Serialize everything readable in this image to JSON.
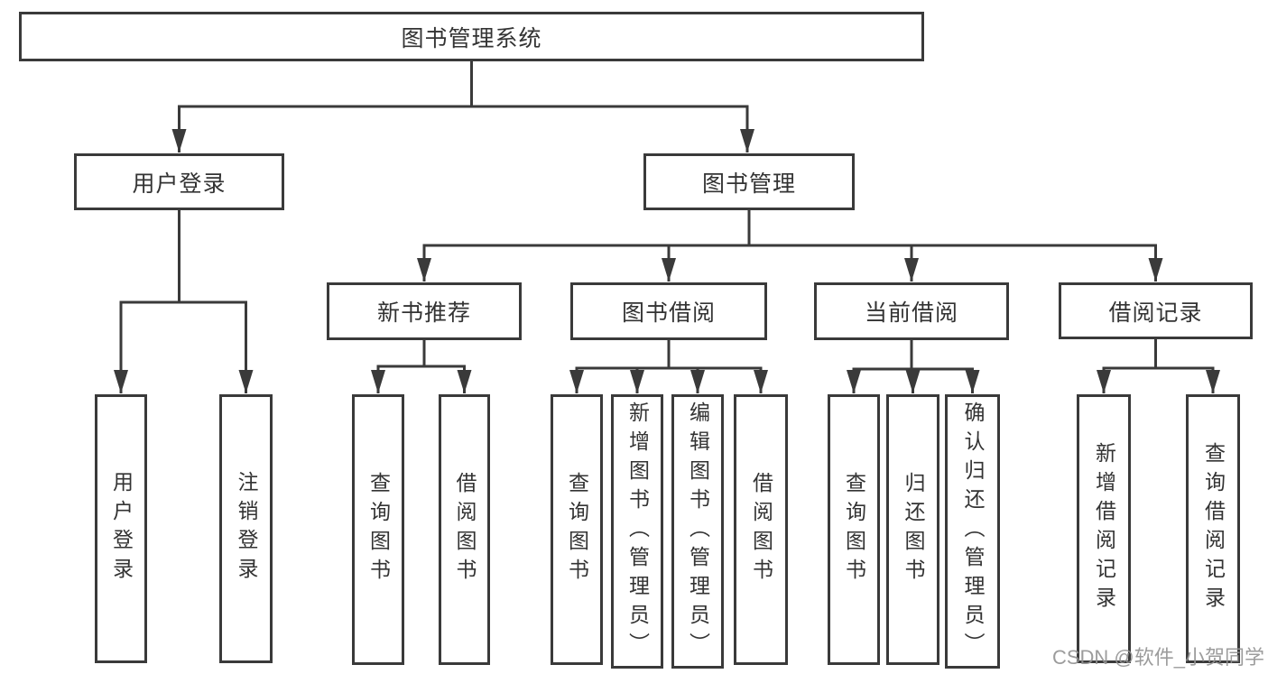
{
  "diagram": {
    "root": {
      "label": "图书管理系统"
    },
    "branches": [
      {
        "label": "用户登录",
        "children": [
          {
            "label": "用户登录"
          },
          {
            "label": "注销登录"
          }
        ]
      },
      {
        "label": "图书管理",
        "children": [
          {
            "label": "新书推荐",
            "children": [
              {
                "label": "查询图书"
              },
              {
                "label": "借阅图书"
              }
            ]
          },
          {
            "label": "图书借阅",
            "children": [
              {
                "label": "查询图书"
              },
              {
                "label": "新增图书（管理员）"
              },
              {
                "label": "编辑图书（管理员）"
              },
              {
                "label": "借阅图书"
              }
            ]
          },
          {
            "label": "当前借阅",
            "children": [
              {
                "label": "查询图书"
              },
              {
                "label": "归还图书"
              },
              {
                "label": "确认归还（管理员）"
              }
            ]
          },
          {
            "label": "借阅记录",
            "children": [
              {
                "label": "新增借阅记录"
              },
              {
                "label": "查询借阅记录"
              }
            ]
          }
        ]
      }
    ]
  },
  "watermark": {
    "text": "CSDN @软件_小贺同学"
  },
  "colors": {
    "line": "#3a3a3a",
    "text": "#333333",
    "background": "#ffffff",
    "watermark": "#949494"
  }
}
